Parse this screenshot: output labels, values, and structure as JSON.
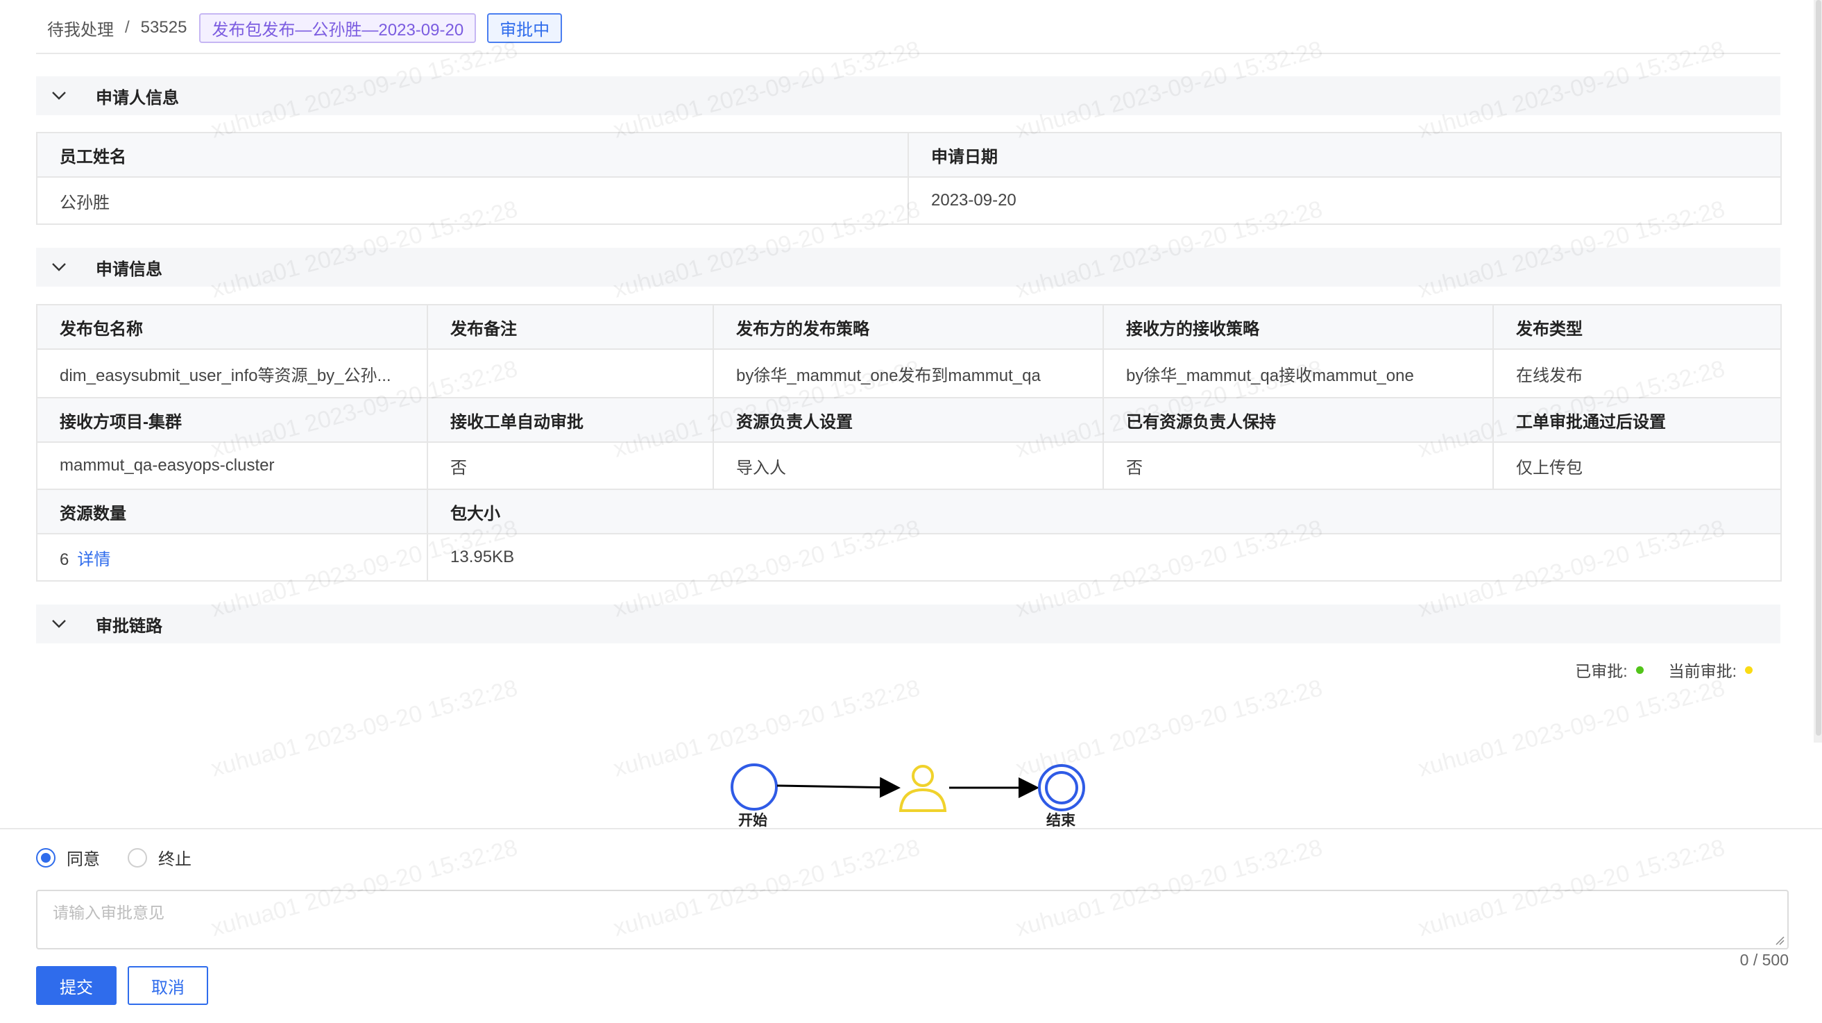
{
  "breadcrumb": {
    "parent": "待我处理",
    "separator": "/",
    "id": "53525",
    "tag_title": "发布包发布—公孙胜—2023-09-20",
    "status": "审批中"
  },
  "sections": {
    "applicant": "申请人信息",
    "application": "申请信息",
    "approval_chain": "审批链路"
  },
  "applicant": {
    "name_label": "员工姓名",
    "name": "公孙胜",
    "date_label": "申请日期",
    "date": "2023-09-20"
  },
  "application": {
    "headers1": [
      "发布包名称",
      "发布备注",
      "发布方的发布策略",
      "接收方的接收策略",
      "发布类型"
    ],
    "values1": [
      "dim_easysubmit_user_info等资源_by_公孙...",
      "",
      "by徐华_mammut_one发布到mammut_qa",
      "by徐华_mammut_qa接收mammut_one",
      "在线发布"
    ],
    "headers2": [
      "接收方项目-集群",
      "接收工单自动审批",
      "资源负责人设置",
      "已有资源负责人保持",
      "工单审批通过后设置"
    ],
    "values2": [
      "mammut_qa-easyops-cluster",
      "否",
      "导入人",
      "否",
      "仅上传包"
    ],
    "headers3": [
      "资源数量",
      "包大小"
    ],
    "resource_count": "6",
    "detail_link": "详情",
    "package_size": "13.95KB"
  },
  "legend": {
    "approved": "已审批:",
    "current": "当前审批:",
    "approved_color": "#52c41a",
    "current_color": "#fadb14"
  },
  "flow": {
    "start": "开始",
    "end": "结束"
  },
  "form": {
    "option_agree": "同意",
    "option_terminate": "终止",
    "placeholder": "请输入审批意见",
    "counter": "0 / 500",
    "submit": "提交",
    "cancel": "取消"
  },
  "watermark": "xuhua01 2023-09-20 15:32:28"
}
